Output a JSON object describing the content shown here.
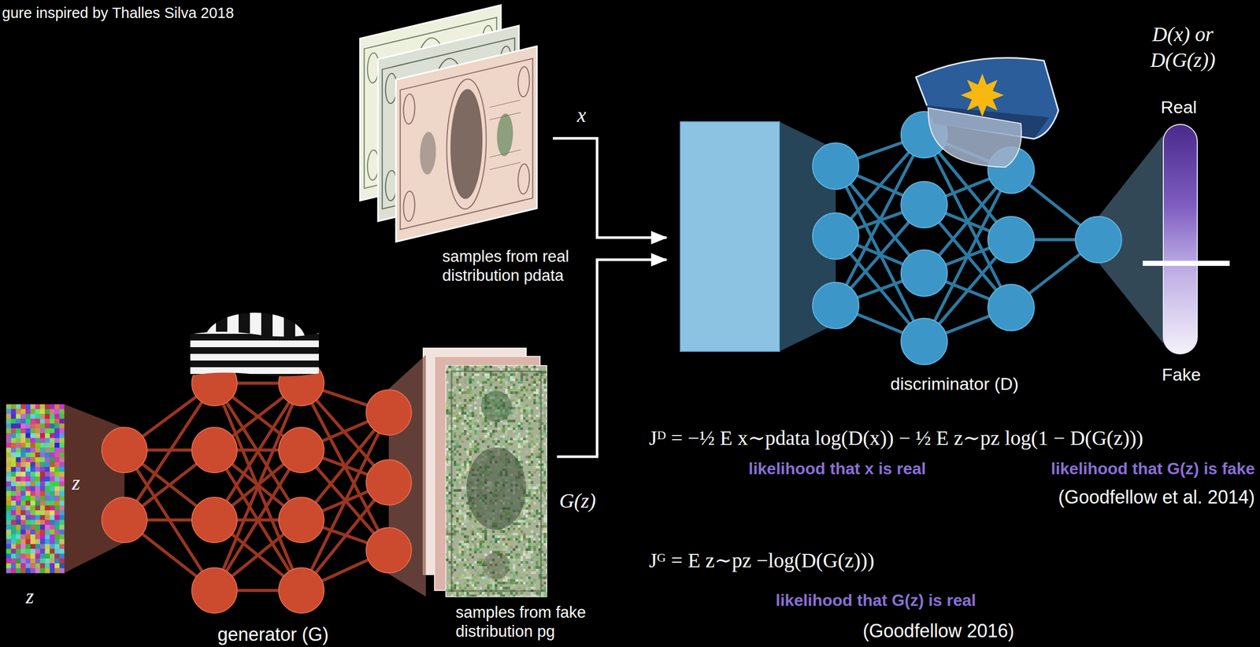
{
  "diagram": {
    "nodes": [
      {
        "text": [
          "samples from real distribution pdata"
        ]
      },
      {
        "text": [
          "discriminator (D)"
        ]
      },
      {
        "text": [
          "D(x) or D(G(z))",
          "Real",
          "Fake"
        ]
      },
      {
        "text": [
          "z"
        ]
      },
      {
        "text": [
          "generator (G)"
        ]
      },
      {
        "text": [
          "samples from fake distribution pg"
        ]
      }
    ],
    "edges": [
      {
        "from": 0,
        "to": 1,
        "label": "x",
        "arrow": "to"
      },
      {
        "from": 5,
        "to": 1,
        "label": "G(z)",
        "arrow": "to"
      }
    ],
    "labels": [
      "gure inspired by Thalles Silva 2018",
      "z",
      "Jᴰ = −½ E x∼pdata log(D(x)) − ½ E z∼pz log(1 − D(G(z)))",
      "likelihood that x is real",
      "likelihood that G(z) is fake",
      "(Goodfellow et al. 2014)",
      "Jᴳ = E z∼pz −log(D(G(z)))",
      "likelihood that G(z) is real",
      "(Goodfellow 2016)"
    ]
  }
}
